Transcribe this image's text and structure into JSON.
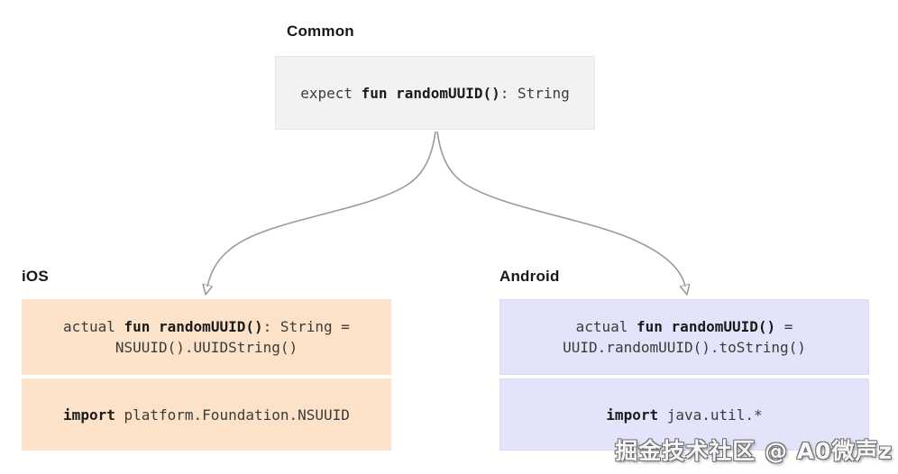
{
  "common": {
    "label": "Common",
    "decl": {
      "pre": "expect ",
      "bold": "fun randomUUID()",
      "post": ": String"
    }
  },
  "ios": {
    "label": "iOS",
    "decl": {
      "pre": "actual ",
      "bold": "fun randomUUID()",
      "post": ": String =",
      "line2": "NSUUID().UUIDString()"
    },
    "imp": {
      "bold": "import",
      "post": " platform.Foundation.NSUUID"
    }
  },
  "android": {
    "label": "Android",
    "decl": {
      "pre": "actual ",
      "bold": "fun randomUUID()",
      "post": " =",
      "line2": "UUID.randomUUID().toString()"
    },
    "imp": {
      "bold": "import",
      "post": " java.util.*"
    }
  },
  "watermark": "掘金技术社区 @ A0微声z",
  "colors": {
    "common_box": "#f2f2f2",
    "ios_box": "#fbe2c9",
    "android_box": "#e3e3f9",
    "arrow": "#9a9a9a",
    "code_text": "#3b3b3b",
    "code_bold": "#1b1b1b"
  }
}
